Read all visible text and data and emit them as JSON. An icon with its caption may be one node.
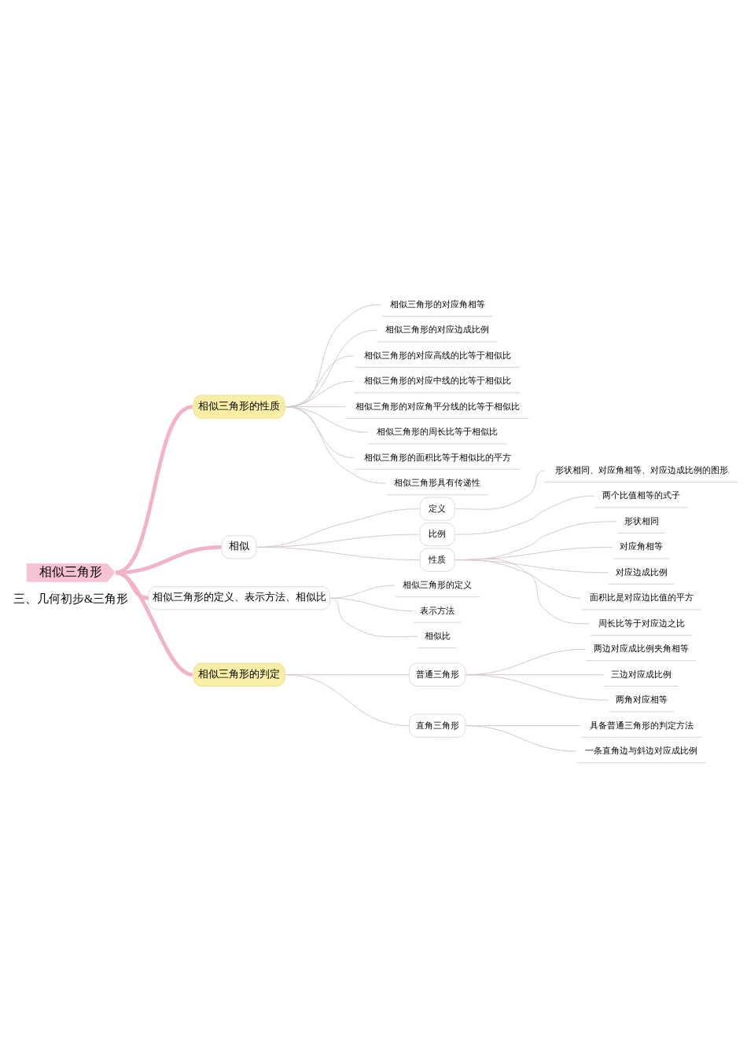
{
  "diagram": {
    "nodes": [
      {
        "text": [
          "相似三角形"
        ]
      },
      {
        "text": [
          "相似三角形的性质"
        ]
      },
      {
        "text": [
          "相似三角形的对应角相等"
        ]
      },
      {
        "text": [
          "相似三角形的对应边成比例"
        ]
      },
      {
        "text": [
          "相似三角形的对应高线的比等于相似比"
        ]
      },
      {
        "text": [
          "相似三角形的对应中线的比等于相似比"
        ]
      },
      {
        "text": [
          "相似三角形的对应角平分线的比等于相似比"
        ]
      },
      {
        "text": [
          "相似三角形的周长比等于相似比"
        ]
      },
      {
        "text": [
          "相似三角形的面积比等于相似比的平方"
        ]
      },
      {
        "text": [
          "相似三角形具有传递性"
        ]
      },
      {
        "text": [
          "相似"
        ]
      },
      {
        "text": [
          "定义"
        ]
      },
      {
        "text": [
          "形状相同、对应角相等、对应边成比例的图形"
        ]
      },
      {
        "text": [
          "比例"
        ]
      },
      {
        "text": [
          "两个比值相等的式子"
        ]
      },
      {
        "text": [
          "性质"
        ]
      },
      {
        "text": [
          "形状相同"
        ]
      },
      {
        "text": [
          "对应角相等"
        ]
      },
      {
        "text": [
          "对应边成比例"
        ]
      },
      {
        "text": [
          "面积比是对应边比值的平方"
        ]
      },
      {
        "text": [
          "周长比等于对应边之比"
        ]
      },
      {
        "text": [
          "相似三角形的定义、表示方法、相似比"
        ]
      },
      {
        "text": [
          "相似三角形的定义"
        ]
      },
      {
        "text": [
          "表示方法"
        ]
      },
      {
        "text": [
          "相似比"
        ]
      },
      {
        "text": [
          "相似三角形的判定"
        ]
      },
      {
        "text": [
          "普通三角形"
        ]
      },
      {
        "text": [
          "两边对应成比例夹角相等"
        ]
      },
      {
        "text": [
          "三边对应成比例"
        ]
      },
      {
        "text": [
          "两角对应相等"
        ]
      },
      {
        "text": [
          "直角三角形"
        ]
      },
      {
        "text": [
          "具备普通三角形的判定方法"
        ]
      },
      {
        "text": [
          "一条直角边与斜边对应成比例"
        ]
      }
    ],
    "edges": [
      {
        "from": 0,
        "to": 1,
        "arrow": "none",
        "style": "thick",
        "color": "#f2b3c6"
      },
      {
        "from": 1,
        "to": 2,
        "arrow": "none"
      },
      {
        "from": 1,
        "to": 3,
        "arrow": "none"
      },
      {
        "from": 1,
        "to": 4,
        "arrow": "none"
      },
      {
        "from": 1,
        "to": 5,
        "arrow": "none"
      },
      {
        "from": 1,
        "to": 6,
        "arrow": "none"
      },
      {
        "from": 1,
        "to": 7,
        "arrow": "none"
      },
      {
        "from": 1,
        "to": 8,
        "arrow": "none"
      },
      {
        "from": 1,
        "to": 9,
        "arrow": "none"
      },
      {
        "from": 0,
        "to": 10,
        "arrow": "none",
        "style": "thick",
        "color": "#f2b3c6"
      },
      {
        "from": 10,
        "to": 11,
        "arrow": "none"
      },
      {
        "from": 11,
        "to": 12,
        "arrow": "none"
      },
      {
        "from": 10,
        "to": 13,
        "arrow": "none"
      },
      {
        "from": 13,
        "to": 14,
        "arrow": "none"
      },
      {
        "from": 10,
        "to": 15,
        "arrow": "none"
      },
      {
        "from": 15,
        "to": 16,
        "arrow": "none"
      },
      {
        "from": 15,
        "to": 17,
        "arrow": "none"
      },
      {
        "from": 15,
        "to": 18,
        "arrow": "none"
      },
      {
        "from": 15,
        "to": 19,
        "arrow": "none"
      },
      {
        "from": 15,
        "to": 20,
        "arrow": "none"
      },
      {
        "from": 0,
        "to": 21,
        "arrow": "none",
        "style": "thick",
        "color": "#f2b3c6"
      },
      {
        "from": 21,
        "to": 22,
        "arrow": "none"
      },
      {
        "from": 21,
        "to": 23,
        "arrow": "none"
      },
      {
        "from": 21,
        "to": 24,
        "arrow": "none"
      },
      {
        "from": 0,
        "to": 25,
        "arrow": "none",
        "style": "thick",
        "color": "#f2b3c6"
      },
      {
        "from": 25,
        "to": 26,
        "arrow": "none"
      },
      {
        "from": 26,
        "to": 27,
        "arrow": "none"
      },
      {
        "from": 26,
        "to": 28,
        "arrow": "none"
      },
      {
        "from": 26,
        "to": 29,
        "arrow": "none"
      },
      {
        "from": 25,
        "to": 30,
        "arrow": "none"
      },
      {
        "from": 30,
        "to": 31,
        "arrow": "none"
      },
      {
        "from": 30,
        "to": 32,
        "arrow": "none"
      }
    ],
    "labels": [
      "三、几何初步&三角形"
    ]
  }
}
